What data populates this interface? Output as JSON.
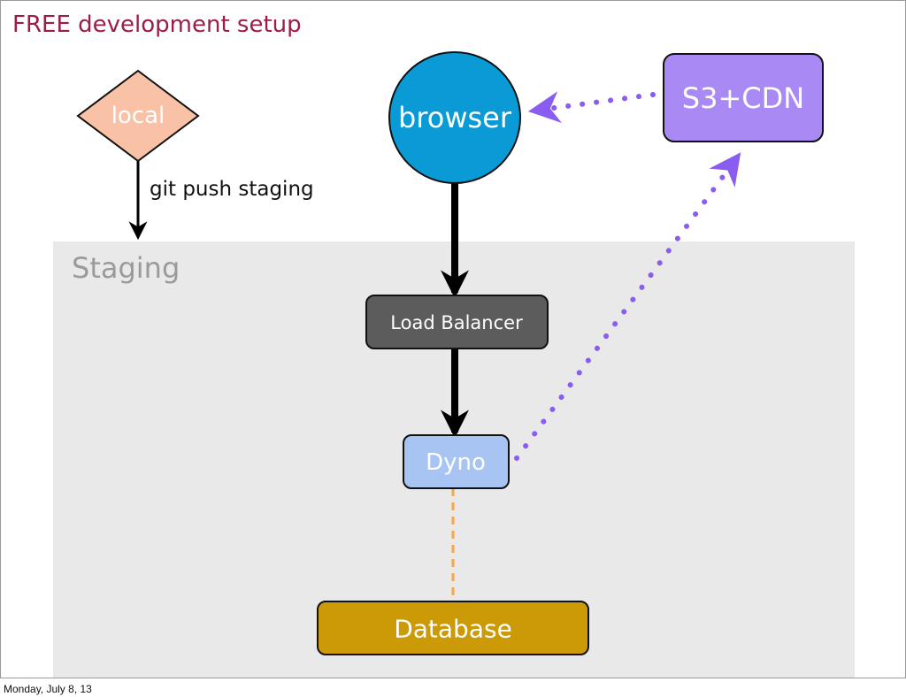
{
  "slide": {
    "title": "FREE development setup",
    "zone_label": "Staging",
    "footer_date": "Monday, July 8, 13"
  },
  "nodes": {
    "local": {
      "label": "local",
      "shape": "diamond",
      "color": "#f9c1a6"
    },
    "browser": {
      "label": "browser",
      "shape": "circle",
      "color": "#0a9ad6"
    },
    "s3cdn": {
      "label": "S3+CDN",
      "shape": "rounded-rect",
      "color": "#a98af5"
    },
    "load_balancer": {
      "label": "Load Balancer",
      "shape": "rounded-rect",
      "color": "#5c5c5c"
    },
    "dyno": {
      "label": "Dyno",
      "shape": "rounded-rect",
      "color": "#a8c4f3"
    },
    "database": {
      "label": "Database",
      "shape": "rounded-rect",
      "color": "#cc9a06"
    }
  },
  "edges": {
    "local_to_staging": {
      "label": "git push staging",
      "style": "solid-arrow",
      "color": "#000000"
    },
    "browser_to_lb": {
      "style": "thick-arrow",
      "color": "#000000"
    },
    "lb_to_dyno": {
      "style": "thick-arrow",
      "color": "#000000"
    },
    "s3_to_browser": {
      "style": "dotted-arrow",
      "color": "#8a5cf0"
    },
    "dyno_to_s3": {
      "style": "dotted-arrow",
      "color": "#8a5cf0"
    },
    "dyno_to_db": {
      "style": "dashed",
      "color": "#f5a742"
    }
  }
}
